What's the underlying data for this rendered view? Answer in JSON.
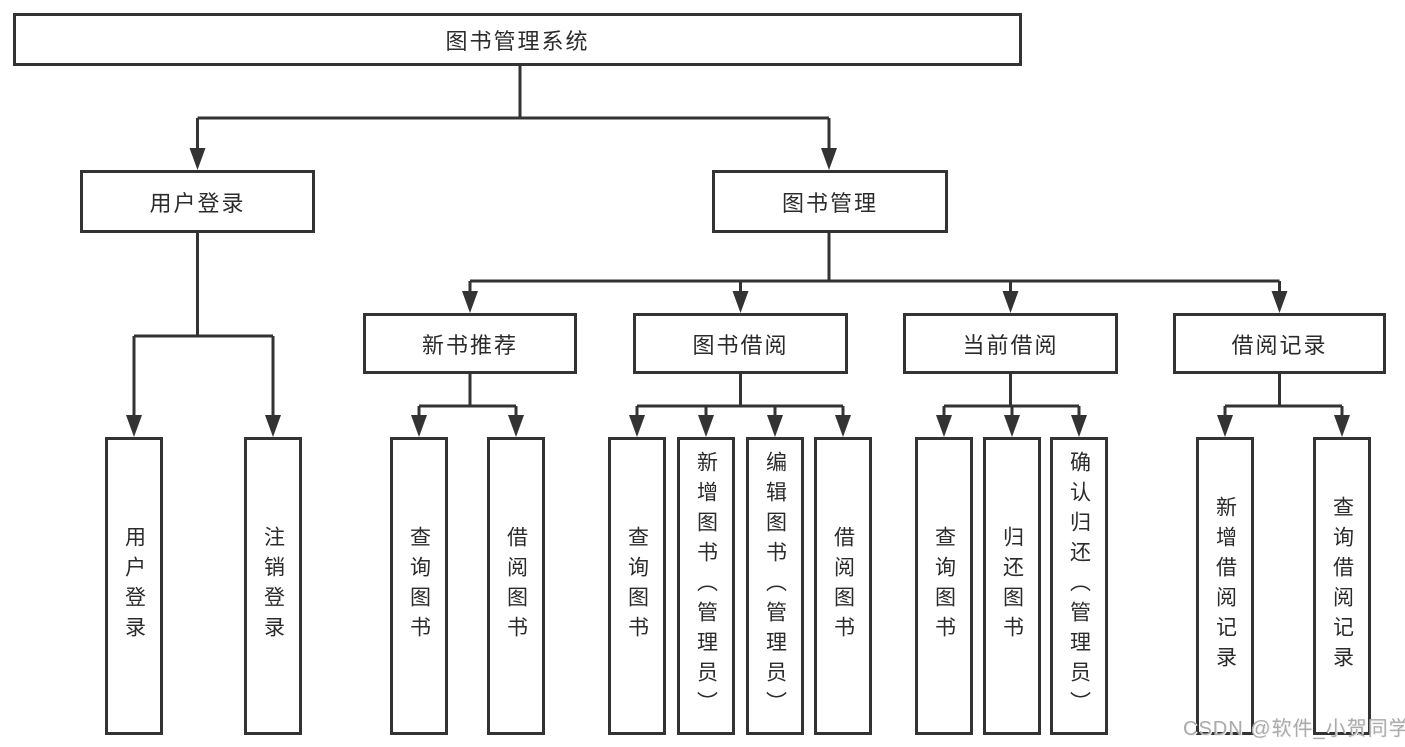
{
  "tree": {
    "label": "图书管理系统",
    "children": [
      {
        "label": "用户登录",
        "children": [
          {
            "label": "用户登录"
          },
          {
            "label": "注销登录"
          }
        ]
      },
      {
        "label": "图书管理",
        "children": [
          {
            "label": "新书推荐",
            "children": [
              {
                "label": "查询图书"
              },
              {
                "label": "借阅图书"
              }
            ]
          },
          {
            "label": "图书借阅",
            "children": [
              {
                "label": "查询图书"
              },
              {
                "label": "新增图书（管理员）"
              },
              {
                "label": "编辑图书（管理员）"
              },
              {
                "label": "借阅图书"
              }
            ]
          },
          {
            "label": "当前借阅",
            "children": [
              {
                "label": "查询图书"
              },
              {
                "label": "归还图书"
              },
              {
                "label": "确认归还（管理员）"
              }
            ]
          },
          {
            "label": "借阅记录",
            "children": [
              {
                "label": "新增借阅记录"
              },
              {
                "label": "查询借阅记录"
              }
            ]
          }
        ]
      }
    ]
  },
  "watermark": {
    "text": "CSDN @软件_小贺同学"
  },
  "colors": {
    "line": "#333333",
    "text": "#2b2b2b",
    "box_fill": "#ffffff",
    "background": "#ffffff",
    "watermark": "#ababab"
  }
}
